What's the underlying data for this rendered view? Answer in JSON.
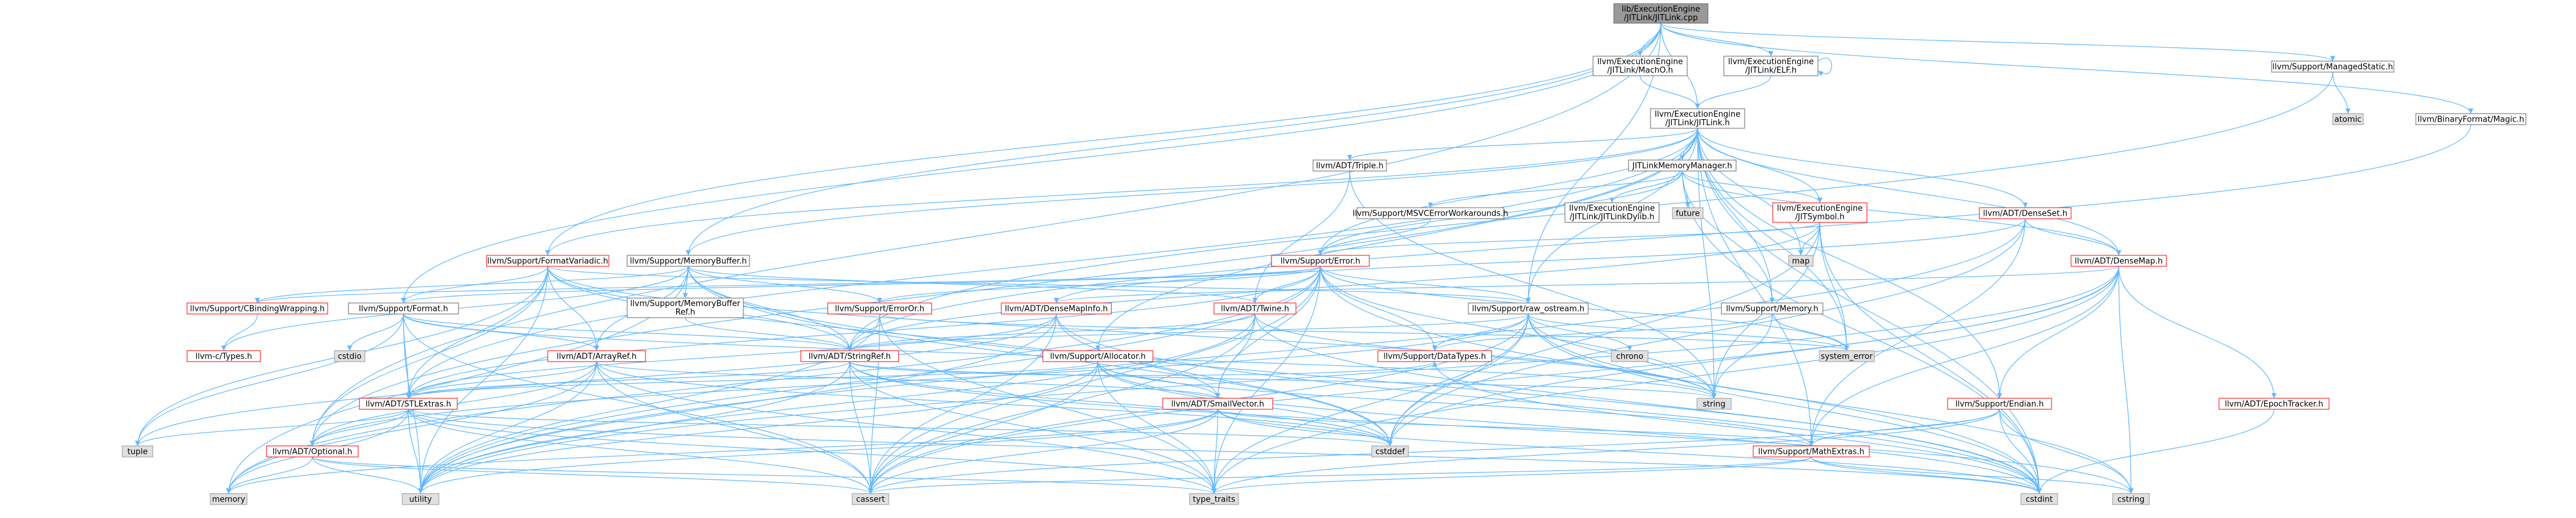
{
  "colors": {
    "edge": "#63b8ff",
    "root_fill": "#999999",
    "box_fill": "#ffffff",
    "border_plain": "#666666",
    "border_red": "#ff0000",
    "sys_fill": "#e0e0e0",
    "sys_border": "#999999"
  },
  "nodes": {
    "root": {
      "l1": "lib/ExecutionEngine",
      "l2": "/JITLink/JITLink.cpp"
    },
    "macho": {
      "l1": "llvm/ExecutionEngine",
      "l2": "/JITLink/MachO.h"
    },
    "elf": {
      "l1": "llvm/ExecutionEngine",
      "l2": "/JITLink/ELF.h"
    },
    "jitlink": {
      "l1": "llvm/ExecutionEngine",
      "l2": "/JITLink/JITLink.h"
    },
    "managedstatic": {
      "l1": "llvm/Support/ManagedStatic.h"
    },
    "atomic": {
      "l1": "atomic"
    },
    "magic": {
      "l1": "llvm/BinaryFormat/Magic.h"
    },
    "triple": {
      "l1": "llvm/ADT/Triple.h"
    },
    "jitmemmgr": {
      "l1": "JITLinkMemoryManager.h"
    },
    "msvcerr": {
      "l1": "llvm/Support/MSVCErrorWorkarounds.h"
    },
    "jitdylib": {
      "l1": "llvm/ExecutionEngine",
      "l2": "/JITLink/JITLinkDylib.h"
    },
    "future": {
      "l1": "future"
    },
    "jitsymbol": {
      "l1": "llvm/ExecutionEngine",
      "l2": "/JITSymbol.h"
    },
    "denseset": {
      "l1": "llvm/ADT/DenseSet.h"
    },
    "densemap": {
      "l1": "llvm/ADT/DenseMap.h"
    },
    "map": {
      "l1": "map"
    },
    "formatvariadic": {
      "l1": "llvm/Support/FormatVariadic.h"
    },
    "memorybuffer": {
      "l1": "llvm/Support/MemoryBuffer.h"
    },
    "error": {
      "l1": "llvm/Support/Error.h"
    },
    "cbinding": {
      "l1": "llvm/Support/CBindingWrapping.h"
    },
    "format": {
      "l1": "llvm/Support/Format.h"
    },
    "membufref": {
      "l1": "llvm/Support/MemoryBuffer",
      "l2": "Ref.h"
    },
    "errorort": {
      "l1": "llvm/Support/ErrorOr.h"
    },
    "densemapinfo": {
      "l1": "llvm/ADT/DenseMapInfo.h"
    },
    "twine": {
      "l1": "llvm/ADT/Twine.h"
    },
    "rawostream": {
      "l1": "llvm/Support/raw_ostream.h"
    },
    "memory": {
      "l1": "llvm/Support/Memory.h"
    },
    "ctypes": {
      "l1": "llvm-c/Types.h"
    },
    "cstdio": {
      "l1": "cstdio"
    },
    "arrayref": {
      "l1": "llvm/ADT/ArrayRef.h"
    },
    "stringref": {
      "l1": "llvm/ADT/StringRef.h"
    },
    "allocator": {
      "l1": "llvm/Support/Allocator.h"
    },
    "datatypes": {
      "l1": "llvm/Support/DataTypes.h"
    },
    "chrono": {
      "l1": "chrono"
    },
    "systemerror": {
      "l1": "system_error"
    },
    "epochtracker": {
      "l1": "llvm/ADT/EpochTracker.h"
    },
    "string": {
      "l1": "string"
    },
    "stlextras": {
      "l1": "llvm/ADT/STLExtras.h"
    },
    "smallvector": {
      "l1": "llvm/ADT/SmallVector.h"
    },
    "endian": {
      "l1": "llvm/Support/Endian.h"
    },
    "tuple": {
      "l1": "tuple"
    },
    "optional": {
      "l1": "llvm/ADT/Optional.h"
    },
    "cstddef": {
      "l1": "cstddef"
    },
    "mathextras": {
      "l1": "llvm/Support/MathExtras.h"
    },
    "memoryh": {
      "l1": "memory"
    },
    "utility": {
      "l1": "utility"
    },
    "cassert": {
      "l1": "cassert"
    },
    "typetraits": {
      "l1": "type_traits"
    },
    "cstdint": {
      "l1": "cstdint"
    },
    "cstring": {
      "l1": "cstring"
    }
  }
}
